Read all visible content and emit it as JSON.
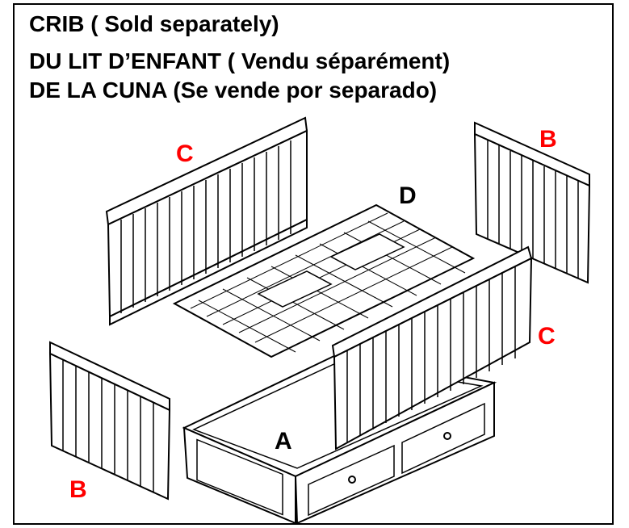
{
  "header": {
    "line1": "CRIB ( Sold separately)",
    "line2": "DU LIT D’ENFANT ( Vendu séparément)",
    "line3": "DE LA CUNA (Se vende por separado)"
  },
  "labels": {
    "c_top": "C",
    "b_top": "B",
    "d_center": "D",
    "c_right": "C",
    "a_drawer": "A",
    "b_bottom": "B"
  },
  "colors": {
    "label_red": "#ff0000",
    "label_black": "#000000"
  }
}
